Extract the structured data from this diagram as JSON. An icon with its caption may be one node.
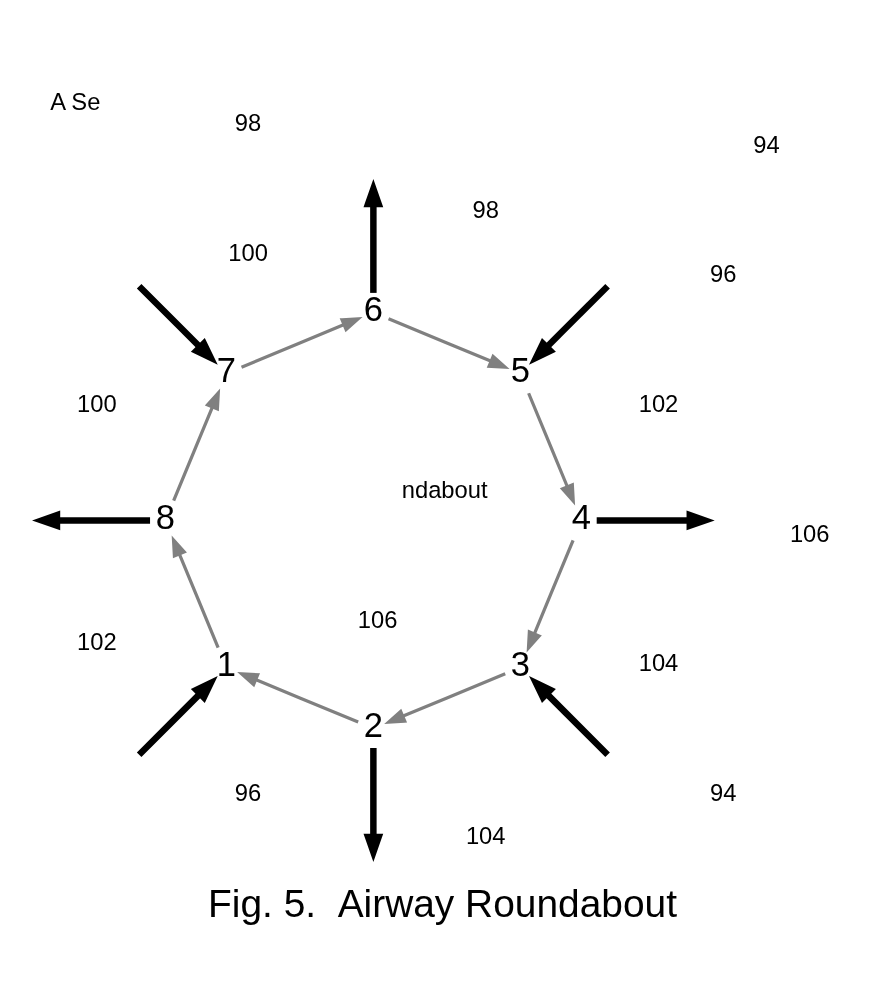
{
  "diagram": {
    "caption": "Fig. 5.  Airway Roundabout",
    "nodes": [
      {
        "text": [
          "3"
        ]
      },
      {
        "text": [
          "4"
        ]
      },
      {
        "text": [
          "2"
        ]
      },
      {
        "text": [
          "5"
        ]
      },
      {
        "text": [
          "1"
        ]
      },
      {
        "text": [
          "6"
        ]
      },
      {
        "text": [
          "8"
        ]
      },
      {
        "text": [
          "7"
        ]
      }
    ],
    "edges": [
      {
        "from": null,
        "to": 0,
        "arrow": "to",
        "style": "thick",
        "color": "#000000"
      },
      {
        "from": 1,
        "to": null,
        "arrow": "to",
        "style": "thick",
        "color": "#000000"
      },
      {
        "from": 1,
        "to": 0,
        "arrow": "to",
        "color": "#808080"
      },
      {
        "from": 0,
        "to": 2,
        "arrow": "to",
        "color": "#808080"
      },
      {
        "from": 2,
        "to": null,
        "arrow": "to",
        "style": "thick",
        "color": "#000000"
      },
      {
        "from": null,
        "to": 3,
        "arrow": "to",
        "style": "thick",
        "color": "#000000"
      },
      {
        "from": 3,
        "to": 1,
        "arrow": "to",
        "color": "#808080"
      },
      {
        "from": 2,
        "to": 4,
        "arrow": "to",
        "color": "#808080"
      },
      {
        "from": 5,
        "to": 3,
        "arrow": "to",
        "color": "#808080"
      },
      {
        "from": null,
        "to": 4,
        "arrow": "to",
        "style": "thick",
        "color": "#000000"
      },
      {
        "from": 5,
        "to": null,
        "arrow": "to",
        "style": "thick",
        "color": "#000000"
      },
      {
        "from": 4,
        "to": 6,
        "arrow": "to",
        "color": "#808080"
      },
      {
        "from": 7,
        "to": 5,
        "arrow": "to",
        "color": "#808080"
      },
      {
        "from": 6,
        "to": 7,
        "arrow": "to",
        "color": "#808080"
      },
      {
        "from": 6,
        "to": null,
        "arrow": "to",
        "style": "thick",
        "color": "#000000"
      },
      {
        "from": null,
        "to": 7,
        "arrow": "to",
        "style": "thick",
        "color": "#000000"
      }
    ],
    "labels": [
      "106",
      "104",
      "102",
      "100",
      "98",
      "96",
      "94",
      "94",
      "96",
      "98",
      "100",
      "102",
      "104",
      "106",
      "ndabout",
      "A Se"
    ]
  }
}
